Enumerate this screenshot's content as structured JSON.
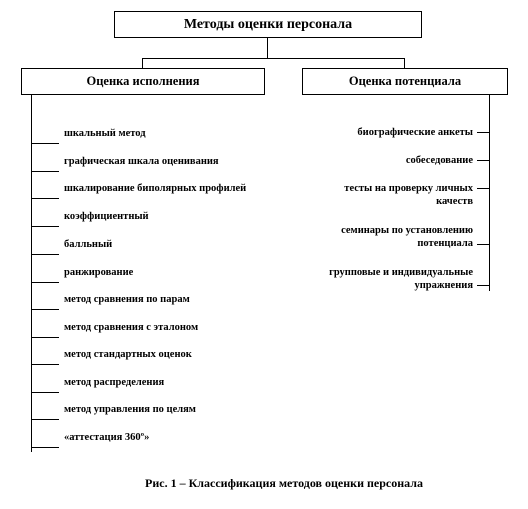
{
  "title": "Методы оценки персонала",
  "left_branch": {
    "title": "Оценка исполнения",
    "items": [
      "шкальный метод",
      "графическая шкала оценивания",
      "шкалирование биполярных профилей",
      "коэффициентный",
      "балльный",
      "ранжирование",
      "метод сравнения по парам",
      "метод сравнения с эталоном",
      "метод стандартных  оценок",
      "метод распределения",
      "метод управления по целям",
      "«аттестация 360º»"
    ]
  },
  "right_branch": {
    "title": "Оценка потенциала",
    "items": [
      "биографические анкеты",
      "собеседование",
      "тесты на проверку личных качеств",
      "семинары  по установлению потенциала",
      "групповые и индивидуальные упражнения"
    ]
  },
  "caption": "Рис. 1 – Классификация методов оценки персонала"
}
